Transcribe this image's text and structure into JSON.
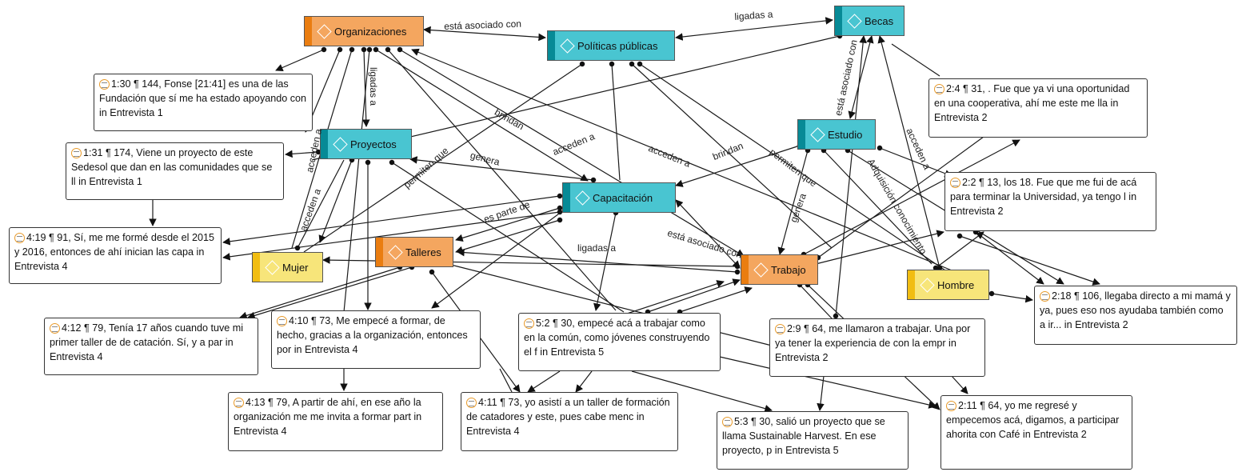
{
  "nodes": {
    "organizaciones": "Organizaciones",
    "politicas": "Políticas públicas",
    "becas": "Becas",
    "proyectos": "Proyectos",
    "estudio": "Estudio",
    "capacitacion": "Capacitación",
    "talleres": "Talleres",
    "mujer": "Mujer",
    "trabajo": "Trabajo",
    "hombre": "Hombre"
  },
  "quotes": {
    "q1": "1:30 ¶ 144, Fonse [21:41] es una de las Fundación que sí me ha estado apoyando con in Entrevista 1",
    "q2": "1:31 ¶ 174, Viene un proyecto de este Sedesol que dan en las comunidades que se ll in Entrevista 1",
    "q3": "4:19 ¶ 91, Sí, me me formé desde el 2015 y 2016, entonces de ahí inician las capa in Entrevista 4",
    "q4": "4:12 ¶ 79, Tenía 17 años cuando tuve mi primer taller de de catación. Sí, y a par in Entrevista 4",
    "q5": "4:10 ¶ 73, Me empecé a formar, de hecho, gracias a la organización, entonces por in Entrevista 4",
    "q6": "4:13 ¶ 79, A partir de ahí, en ese año la organización me me invita a formar part in Entrevista 4",
    "q7": "4:11 ¶ 73, yo asistí a un taller de formación de catadores y este, pues cabe menc in Entrevista 4",
    "q8": "5:2 ¶ 30, empecé acá a trabajar como en la común, como jóvenes construyendo el f in Entrevista 5",
    "q9": "5:3 ¶ 30, salió un proyecto que se llama Sustainable Harvest. En ese proyecto, p in Entrevista 5",
    "q10": "2:9 ¶ 64, me llamaron a trabajar. Una por ya tener la experiencia de con la empr in Entrevista 2",
    "q11": "2:11 ¶ 64, yo me regresé y empecemos acá, digamos, a participar ahorita con Café in Entrevista 2",
    "q12": "2:4 ¶ 31, . Fue que ya vi una oportunidad en una cooperativa, ahí me este me lla in Entrevista 2",
    "q13": "2:2 ¶ 13, los 18. Fue que me fui de acá para terminar la Universidad, ya tengo l in Entrevista 2",
    "q14": "2:18 ¶ 106, llegaba directo a mi mamá y ya, pues eso nos ayudaba también como a ir... in Entrevista 2"
  },
  "edge_labels": {
    "e1": "está asociado con",
    "e2": "ligadas a",
    "e3": "ligadas a",
    "e4": "está asociado con",
    "e5": "brindan",
    "e6": "acceden a",
    "e7": "acceden a",
    "e8": "permiten que",
    "e9": "genera",
    "e10": "acceden a",
    "e11": "acceden a",
    "e12": "brindan",
    "e13": "permiten que",
    "e14": "genera",
    "e15": "Adquisición conocimiento",
    "e16": "acceden a",
    "e17": "es parte de",
    "e18": "está asociado con",
    "e19": "ligadas a"
  },
  "colors": {
    "org_fill": "#f4a65f",
    "teal_fill": "#49c5d1",
    "yellow_fill": "#f7e57a"
  }
}
